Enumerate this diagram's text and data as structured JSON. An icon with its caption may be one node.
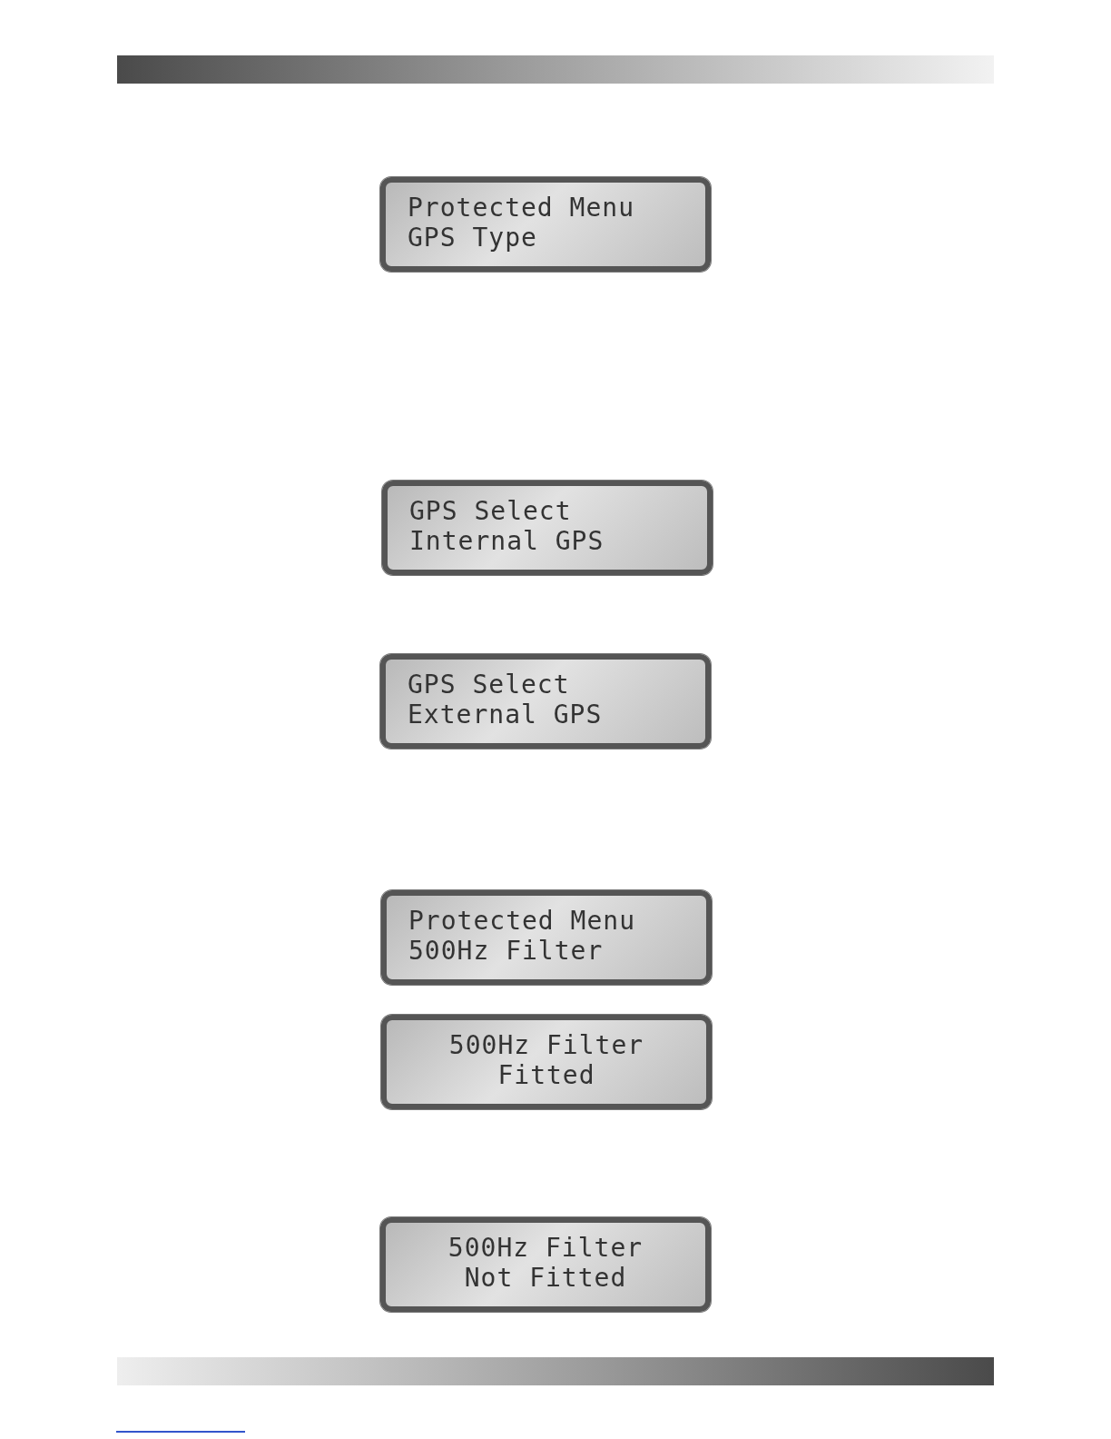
{
  "diagram": {
    "nodes": [
      {
        "text": [
          "Protected Menu",
          "GPS Type"
        ]
      },
      {
        "text": [
          "GPS Select",
          "Internal GPS"
        ]
      },
      {
        "text": [
          "GPS Select",
          "External GPS"
        ]
      },
      {
        "text": [
          "Protected Menu",
          "500Hz Filter"
        ]
      },
      {
        "text": [
          "500Hz Filter",
          "Fitted"
        ]
      },
      {
        "text": [
          "500Hz Filter",
          "Not Fitted"
        ]
      }
    ]
  }
}
